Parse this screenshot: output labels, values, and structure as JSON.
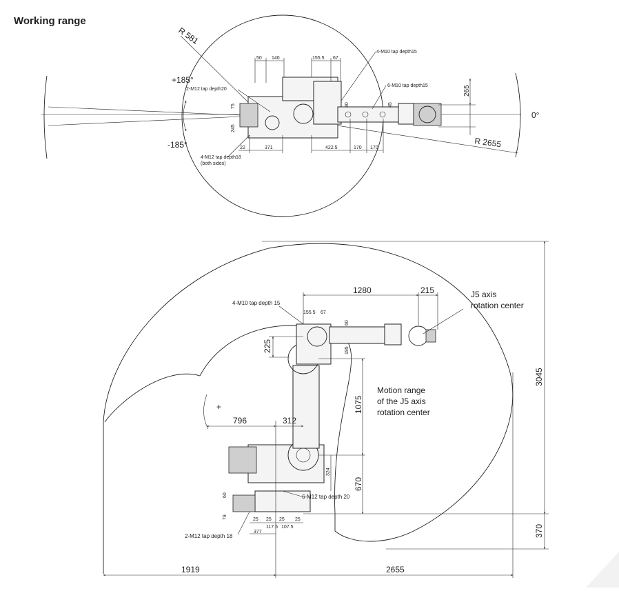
{
  "title": "Working range",
  "top_view": {
    "radius_inner": "R 581",
    "radius_outer": "R 2655",
    "angle_pos": "+185°",
    "angle_neg": "-185°",
    "angle_zero": "0°",
    "dims": {
      "d50": "50",
      "d140": "140",
      "d155_5": "155.5",
      "d67": "67",
      "d265": "265",
      "d75": "75",
      "d80": "80",
      "d45": "45",
      "d245": "245",
      "d22": "22",
      "d371": "371",
      "d422_5": "422.5",
      "d170a": "170",
      "d170b": "170"
    },
    "callouts": {
      "m10_4": "4-M10 tap depth15",
      "m10_6": "6-M10 tap depth15",
      "m12_2": "2-M12 tap depth20",
      "m12_4_line1": "4-M12 tap depth18",
      "m12_4_line2": "(both sides)"
    }
  },
  "side_view": {
    "dims": {
      "d1280": "1280",
      "d215": "215",
      "d155_5": "155.5",
      "d67": "67",
      "d60": "60",
      "d225": "225",
      "d195": "195",
      "d1075": "1075",
      "d796": "796",
      "d312": "312",
      "d324": "324",
      "d670": "670",
      "d3045": "3045",
      "d370": "370",
      "d60b": "60",
      "d79": "79",
      "d25a": "25",
      "d25b": "25",
      "d25c": "25",
      "d25d": "25",
      "d377": "377",
      "d117_5": "117.5",
      "d107_5": "107.5",
      "d1919": "1919",
      "d2655": "2655"
    },
    "callouts": {
      "m10_4": "4-M10 tap depth 15",
      "m12_6": "6-M12 tap depth 20",
      "m12_2": "2-M12 tap depth 18",
      "j5_line1": "J5 axis",
      "j5_line2": "rotation center",
      "motion_line1": "Motion range",
      "motion_line2": "of the J5 axis",
      "motion_line3": "rotation center"
    }
  }
}
